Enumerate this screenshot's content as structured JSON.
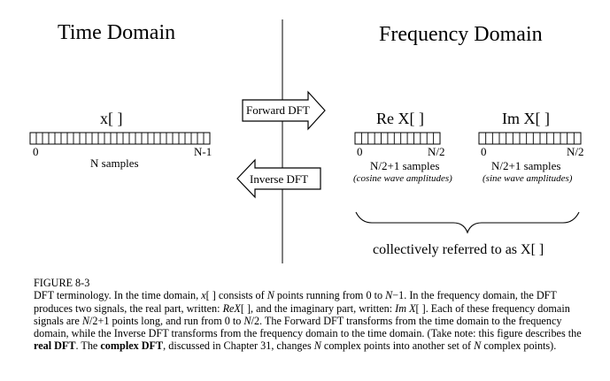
{
  "diagram": {
    "time_domain_heading": "Time Domain",
    "frequency_domain_heading": "Frequency Domain",
    "time_signal": {
      "label": "x[ ]",
      "start_index": "0",
      "end_index": "N-1",
      "count_label": "N samples"
    },
    "real_signal": {
      "label": "Re X[ ]",
      "start_index": "0",
      "end_index": "N/2",
      "count_label": "N/2+1 samples",
      "note": "(cosine wave amplitudes)"
    },
    "imag_signal": {
      "label": "Im X[ ]",
      "start_index": "0",
      "end_index": "N/2",
      "count_label": "N/2+1 samples",
      "note": "(sine wave amplitudes)"
    },
    "forward_arrow_label": "Forward DFT",
    "inverse_arrow_label": "Inverse DFT",
    "collective_label": "collectively referred to as X[ ]"
  },
  "caption": {
    "figure_number": "FIGURE 8-3",
    "parts": [
      {
        "t": "DFT terminology.  In the time domain, ",
        "s": ""
      },
      {
        "t": "x",
        "s": "em"
      },
      {
        "t": "[ ] consists of ",
        "s": ""
      },
      {
        "t": "N",
        "s": "em"
      },
      {
        "t": " points running from 0 to ",
        "s": ""
      },
      {
        "t": "N",
        "s": "em"
      },
      {
        "t": "−1.  In the frequency domain, the DFT produces two signals, the real part, written: ",
        "s": ""
      },
      {
        "t": "ReX",
        "s": "em"
      },
      {
        "t": "[ ], and the imaginary part, written: ",
        "s": ""
      },
      {
        "t": "Im X",
        "s": "em"
      },
      {
        "t": "[ ].  Each of these frequency domain signals are ",
        "s": ""
      },
      {
        "t": "N",
        "s": "em"
      },
      {
        "t": "/2+1 points long, and run from 0 to ",
        "s": ""
      },
      {
        "t": "N",
        "s": "em"
      },
      {
        "t": "/2.  The Forward DFT transforms from the time domain to the frequency domain, while the Inverse DFT transforms from the frequency domain to the time domain. (Take note: this figure describes the ",
        "s": ""
      },
      {
        "t": "real DFT",
        "s": "b"
      },
      {
        "t": ".  The ",
        "s": ""
      },
      {
        "t": "complex DFT",
        "s": "b"
      },
      {
        "t": ", discussed in Chapter 31, changes ",
        "s": ""
      },
      {
        "t": "N",
        "s": "em"
      },
      {
        "t": " complex points into another set of ",
        "s": ""
      },
      {
        "t": "N",
        "s": "em"
      },
      {
        "t": " complex points).",
        "s": ""
      }
    ]
  }
}
